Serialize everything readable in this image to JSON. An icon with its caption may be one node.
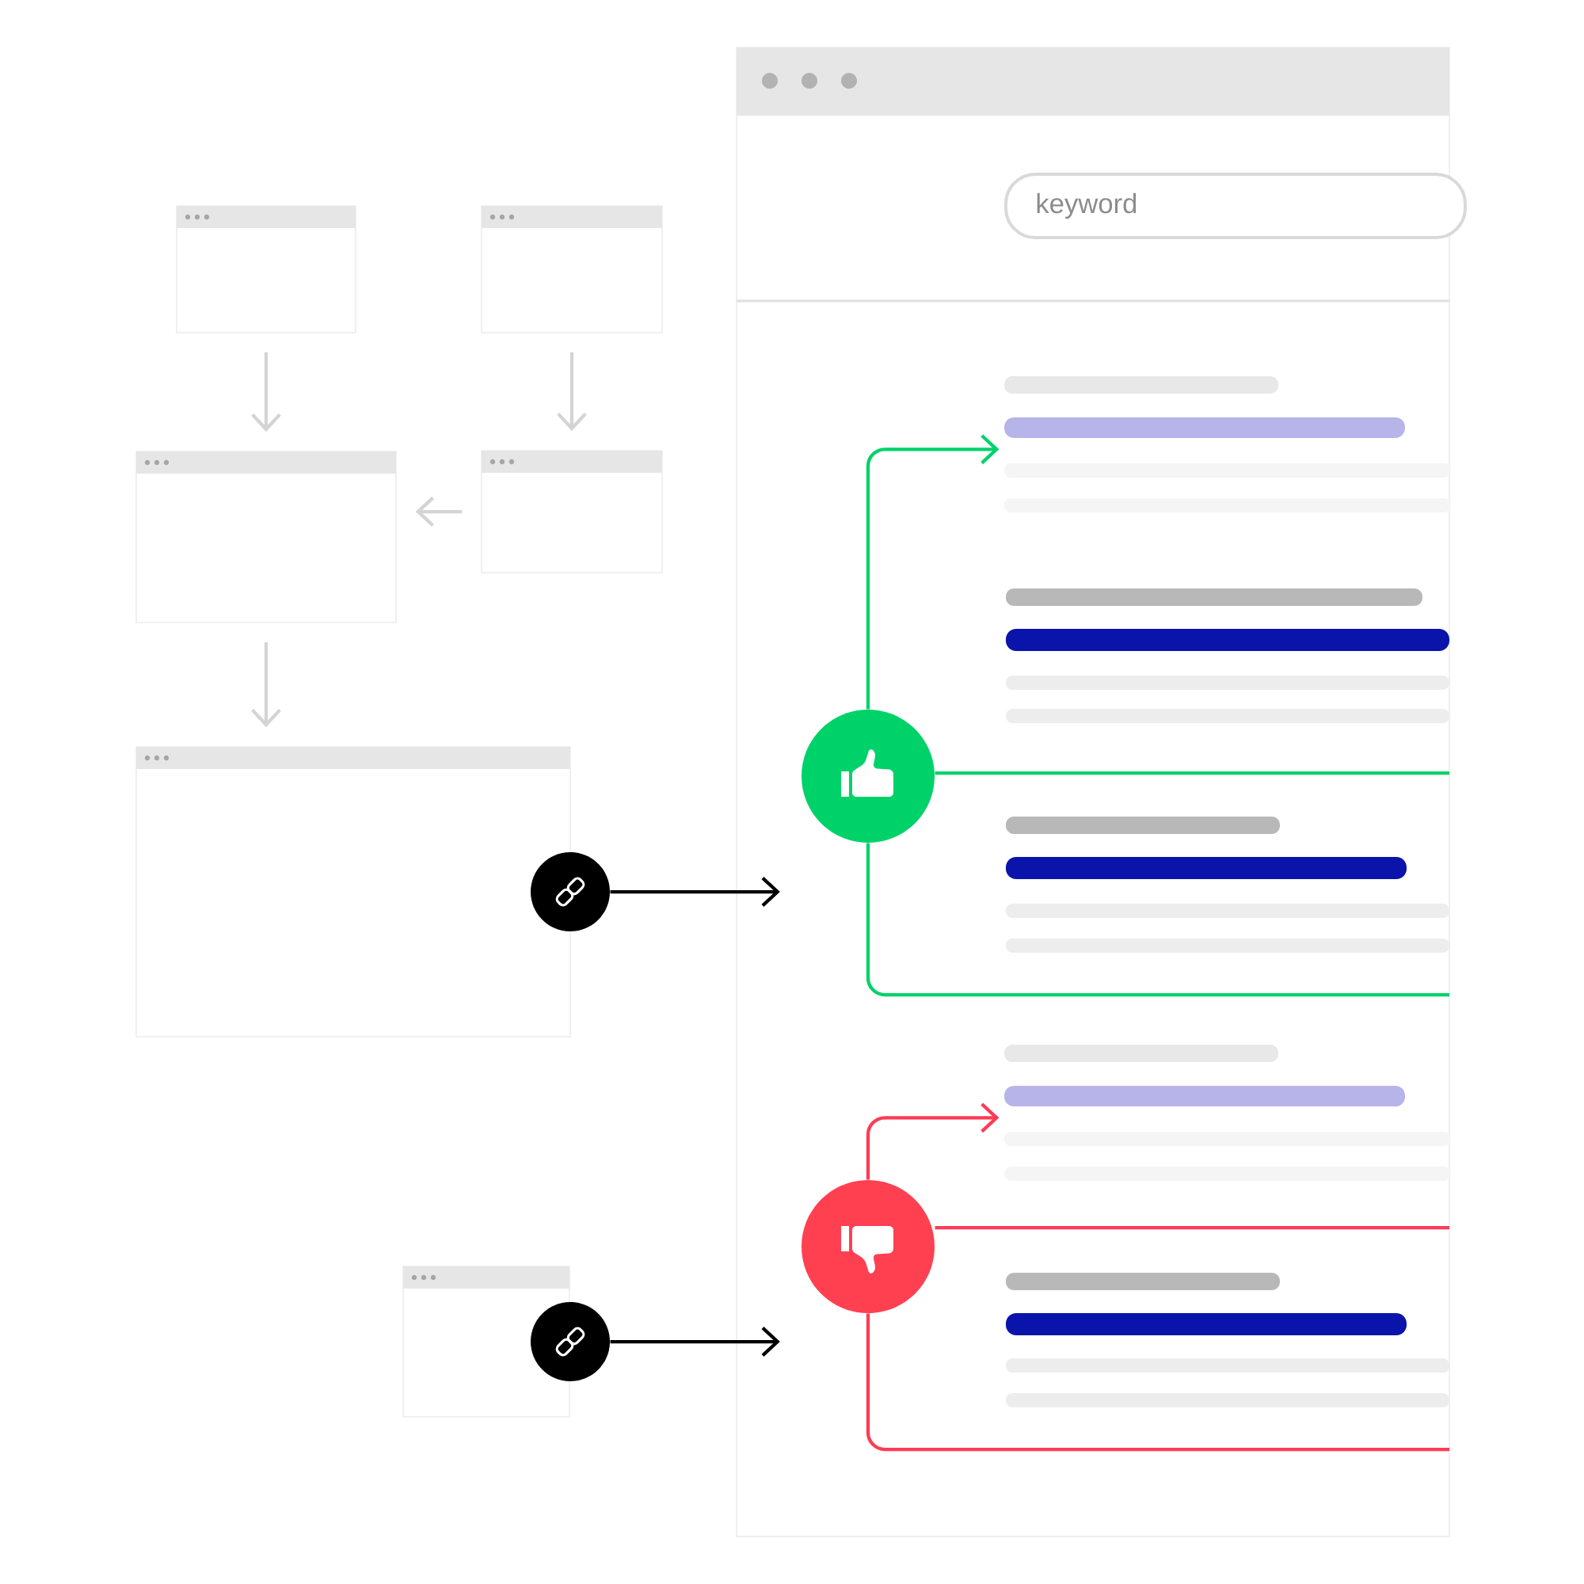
{
  "diagram": {
    "nodes": [
      {
        "text": [],
        "shape": "box"
      },
      {
        "text": [],
        "shape": "box"
      },
      {
        "text": [],
        "shape": "box"
      },
      {
        "text": [],
        "shape": "box"
      },
      {
        "text": [],
        "shape": "box"
      },
      {
        "text": [],
        "shape": "box"
      },
      {
        "text": [],
        "shape": "circle"
      },
      {
        "text": [],
        "shape": "circle"
      },
      {
        "text": [],
        "shape": "box"
      },
      {
        "text": [
          "keyword"
        ],
        "in": 8
      },
      {
        "text": [],
        "shape": "circle",
        "in": 8
      },
      {
        "text": [],
        "shape": "circle",
        "in": 8
      },
      {
        "text": [],
        "shape": "box",
        "in": 8
      },
      {
        "text": [],
        "shape": "box",
        "in": 8
      }
    ],
    "edges": [
      {
        "from": 0,
        "to": 2,
        "arrow": "to",
        "color": "#d4d4d4"
      },
      {
        "from": 1,
        "to": 3,
        "arrow": "to",
        "color": "#d4d4d4"
      },
      {
        "from": 3,
        "to": 2,
        "arrow": "to",
        "color": "#d4d4d4"
      },
      {
        "from": 2,
        "to": 4,
        "arrow": "to",
        "color": "#d4d4d4"
      },
      {
        "from": 6,
        "to": 10,
        "arrow": "to",
        "color": "#000000"
      },
      {
        "from": 7,
        "to": 11,
        "arrow": "to",
        "color": "#000000"
      },
      {
        "from": 10,
        "to": 12,
        "arrow": "to",
        "color": "#00d26a"
      },
      {
        "from": 10,
        "to": 8,
        "arrow": "none",
        "color": "#00d26a"
      },
      {
        "from": 10,
        "to": 8,
        "arrow": "none",
        "color": "#00d26a"
      },
      {
        "from": 11,
        "to": 13,
        "arrow": "to",
        "color": "#ff3b55"
      },
      {
        "from": 11,
        "to": 8,
        "arrow": "none",
        "color": "#ff3b55"
      },
      {
        "from": 11,
        "to": 8,
        "arrow": "none",
        "color": "#ff3b55"
      }
    ]
  }
}
